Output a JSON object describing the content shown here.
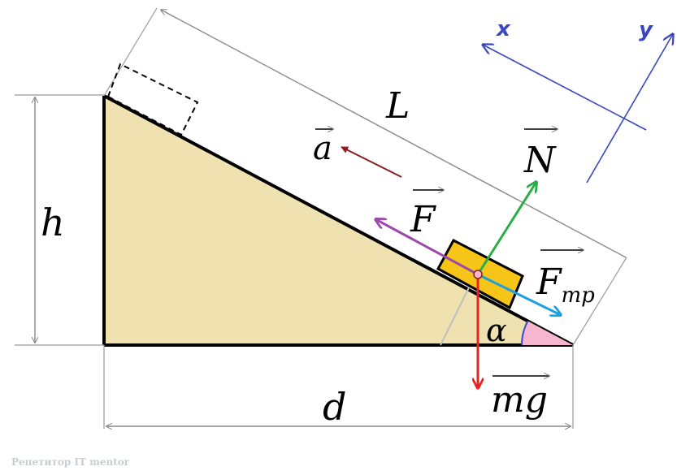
{
  "labels": {
    "L": "L",
    "h": "h",
    "d": "d",
    "a": "a",
    "N": "N",
    "F": "F",
    "Ftr_main": "F",
    "Ftr_sub": "тр",
    "mg": "mg",
    "alpha": "α",
    "x": "x",
    "y": "y"
  },
  "watermark": "Репетитор IT mentor",
  "colors": {
    "wedge_fill": "#efe2b0",
    "block_fill": "#f7c418",
    "acceleration": "#8b1c24",
    "normal": "#27ae45",
    "applied_force": "#9b4aa8",
    "friction": "#1c9fe0",
    "gravity": "#e52424",
    "angle_fill": "#f7b6cf",
    "angle_arc": "#3a4ad0",
    "axes": "#3a47c0",
    "dimension": "#888888",
    "point": "#f7b6cf"
  }
}
